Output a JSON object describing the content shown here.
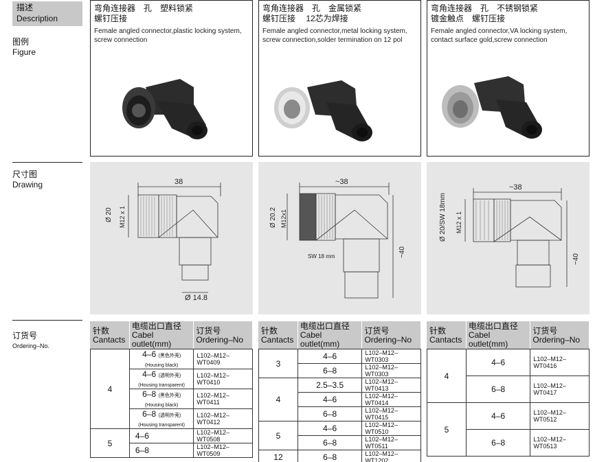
{
  "labels": {
    "description_cn": "描述",
    "description_en": "Description",
    "figure_cn": "图例",
    "figure_en": "Figure",
    "drawing_cn": "尺寸图",
    "drawing_en": "Drawing",
    "ordering_cn": "订货号",
    "ordering_en": "Ordering–No."
  },
  "columns": [
    {
      "title_cn": "弯角连接器　孔　塑料锁紧",
      "title_cn2": "螺钉压接",
      "desc_en1": "Female angled connector,plastic locking system,",
      "desc_en2": "screw connection",
      "drawing": {
        "len": "38",
        "dia": "Ø 20",
        "thread": "M12 x 1",
        "bottom": "Ø 14.8"
      }
    },
    {
      "title_cn": "弯角连接器　孔　金属锁紧",
      "title_cn2": "螺钉压接　 12芯为焊接",
      "desc_en1": "Female angled connector,metal locking system,",
      "desc_en2": "screw connection,solder termination on 12 pol",
      "drawing": {
        "len": "~38",
        "dia": "Ø 20.2",
        "thread": "M12x1",
        "sw": "SW 18 mm",
        "height": "~40"
      }
    },
    {
      "title_cn": "弯角连接器　孔　不锈钢锁紧",
      "title_cn2": "镀金触点　螺钉压接",
      "desc_en1": "Female angled connector,VA locking system,",
      "desc_en2": "contact surface gold,screw connection",
      "drawing": {
        "len": "~38",
        "dia": "Ø 20/SW 18mm",
        "thread": "M12 x 1",
        "height": "~40"
      }
    }
  ],
  "table_headers": {
    "contacts_cn": "针数",
    "contacts_en": "Cantacts",
    "outlet_cn": "电缆出口直径",
    "outlet_en": "Cabel outlet(mm)",
    "order_cn": "订货号",
    "order_en": "Ordering–No"
  },
  "table1": [
    {
      "contacts": "4",
      "outlet": "4–6",
      "note_cn": "(黑色外壳)",
      "note_en": "(Housing black)",
      "code": "L102–M12–WT0409"
    },
    {
      "outlet": "4–6",
      "note_cn": "(透明外壳)",
      "note_en": "(Housing transparent)",
      "code": "L102–M12–WT0410"
    },
    {
      "outlet": "6–8",
      "note_cn": "(黑色外壳)",
      "note_en": "(Housing black)",
      "code": "L102–M12–WT0411"
    },
    {
      "outlet": "6–8",
      "note_cn": "(透明外壳)",
      "note_en": "(Housing transparent)",
      "code": "L102–M12–WT0412"
    },
    {
      "contacts": "5",
      "outlet": "4–6",
      "code": "L102–M12–WT0508"
    },
    {
      "outlet": "6–8",
      "code": "L102–M12–WT0509"
    }
  ],
  "table2": [
    {
      "contacts": "3",
      "outlet": "4–6",
      "code": "L102–M12–WT0303"
    },
    {
      "outlet": "6–8",
      "code": "L102–M12–WT0303"
    },
    {
      "contacts": "4",
      "outlet": "2.5–3.5",
      "code": "L102–M12–WT0413"
    },
    {
      "outlet": "4–6",
      "code": "L102–M12–WT0414"
    },
    {
      "outlet": "6–8",
      "code": "L102–M12–WT0415"
    },
    {
      "contacts": "5",
      "outlet": "4–6",
      "code": "L102–M12–WT0510"
    },
    {
      "outlet": "6–8",
      "code": "L102–M12–WT0511"
    },
    {
      "contacts": "12",
      "outlet": "6–8",
      "code": "L102–M12–WT1202"
    }
  ],
  "table3": [
    {
      "contacts": "4",
      "outlet": "4–6",
      "code": "L102–M12–WT0416"
    },
    {
      "outlet": "6–8",
      "code": "L102–M12–WT0417"
    },
    {
      "contacts": "5",
      "outlet": "4–6",
      "code": "L102–M12–WT0512"
    },
    {
      "outlet": "6–8",
      "code": "L102–M12–WT0513"
    }
  ]
}
